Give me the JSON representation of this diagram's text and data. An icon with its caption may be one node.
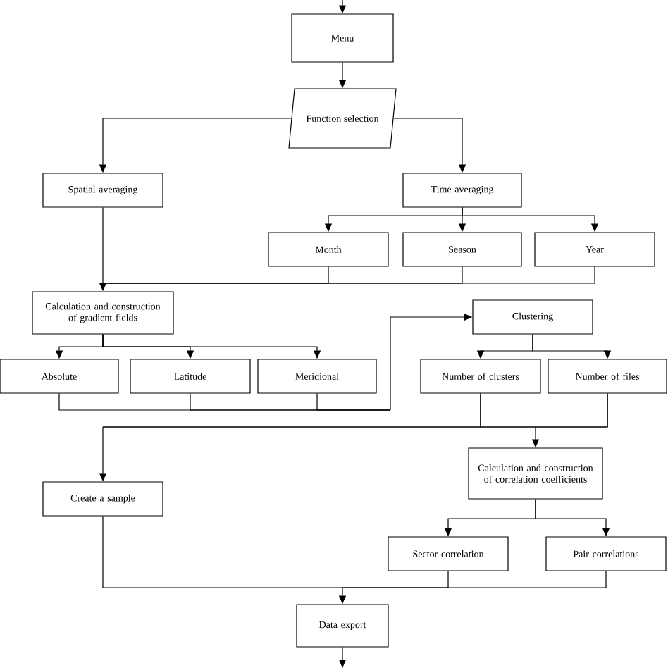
{
  "diagram": {
    "nodes": [
      {
        "text": [
          "Menu"
        ]
      },
      {
        "text": [
          "Function selection"
        ]
      },
      {
        "text": [
          "Spatial averaging"
        ]
      },
      {
        "text": [
          "Time averaging"
        ]
      },
      {
        "text": [
          "Month"
        ]
      },
      {
        "text": [
          "Season"
        ]
      },
      {
        "text": [
          "Year"
        ]
      },
      {
        "text": [
          "Calculation and construction of gradient fields"
        ]
      },
      {
        "text": [
          "Absolute"
        ]
      },
      {
        "text": [
          "Latitude"
        ]
      },
      {
        "text": [
          "Meridional"
        ]
      },
      {
        "text": [
          "Clustering"
        ]
      },
      {
        "text": [
          "Number of clusters"
        ]
      },
      {
        "text": [
          "Number of files"
        ]
      },
      {
        "text": [
          "Create a sample"
        ]
      },
      {
        "text": [
          "Calculation and construction of correlation coefficients"
        ]
      },
      {
        "text": [
          "Sector correlation"
        ]
      },
      {
        "text": [
          "Pair correlations"
        ]
      },
      {
        "text": [
          "Data export"
        ]
      }
    ],
    "edges": [
      {
        "from": null,
        "to": 0,
        "arrow": "to"
      },
      {
        "from": 0,
        "to": 1,
        "arrow": "to"
      },
      {
        "from": 1,
        "to": 2,
        "arrow": "to"
      },
      {
        "from": 1,
        "to": 3,
        "arrow": "to"
      },
      {
        "from": 3,
        "to": 4,
        "arrow": "to"
      },
      {
        "from": 3,
        "to": 5,
        "arrow": "to"
      },
      {
        "from": 3,
        "to": 6,
        "arrow": "to"
      },
      {
        "from": 2,
        "to": 7,
        "arrow": "to"
      },
      {
        "from": 4,
        "to": 7,
        "arrow": "to"
      },
      {
        "from": 5,
        "to": 7,
        "arrow": "to"
      },
      {
        "from": 6,
        "to": 7,
        "arrow": "to"
      },
      {
        "from": 7,
        "to": 8,
        "arrow": "to"
      },
      {
        "from": 7,
        "to": 9,
        "arrow": "to"
      },
      {
        "from": 7,
        "to": 10,
        "arrow": "to"
      },
      {
        "from": 8,
        "to": 11,
        "arrow": "to"
      },
      {
        "from": 9,
        "to": 11,
        "arrow": "to"
      },
      {
        "from": 10,
        "to": 11,
        "arrow": "to"
      },
      {
        "from": 11,
        "to": 12,
        "arrow": "to"
      },
      {
        "from": 11,
        "to": 13,
        "arrow": "to"
      },
      {
        "from": 12,
        "to": 14,
        "arrow": "to"
      },
      {
        "from": 13,
        "to": 14,
        "arrow": "to"
      },
      {
        "from": 12,
        "to": 15,
        "arrow": "to"
      },
      {
        "from": 13,
        "to": 15,
        "arrow": "to"
      },
      {
        "from": 15,
        "to": 16,
        "arrow": "to"
      },
      {
        "from": 15,
        "to": 17,
        "arrow": "to"
      },
      {
        "from": 14,
        "to": 18,
        "arrow": "to"
      },
      {
        "from": 16,
        "to": 18,
        "arrow": "to"
      },
      {
        "from": 17,
        "to": 18,
        "arrow": "to"
      },
      {
        "from": 18,
        "to": null,
        "arrow": "to"
      }
    ]
  }
}
